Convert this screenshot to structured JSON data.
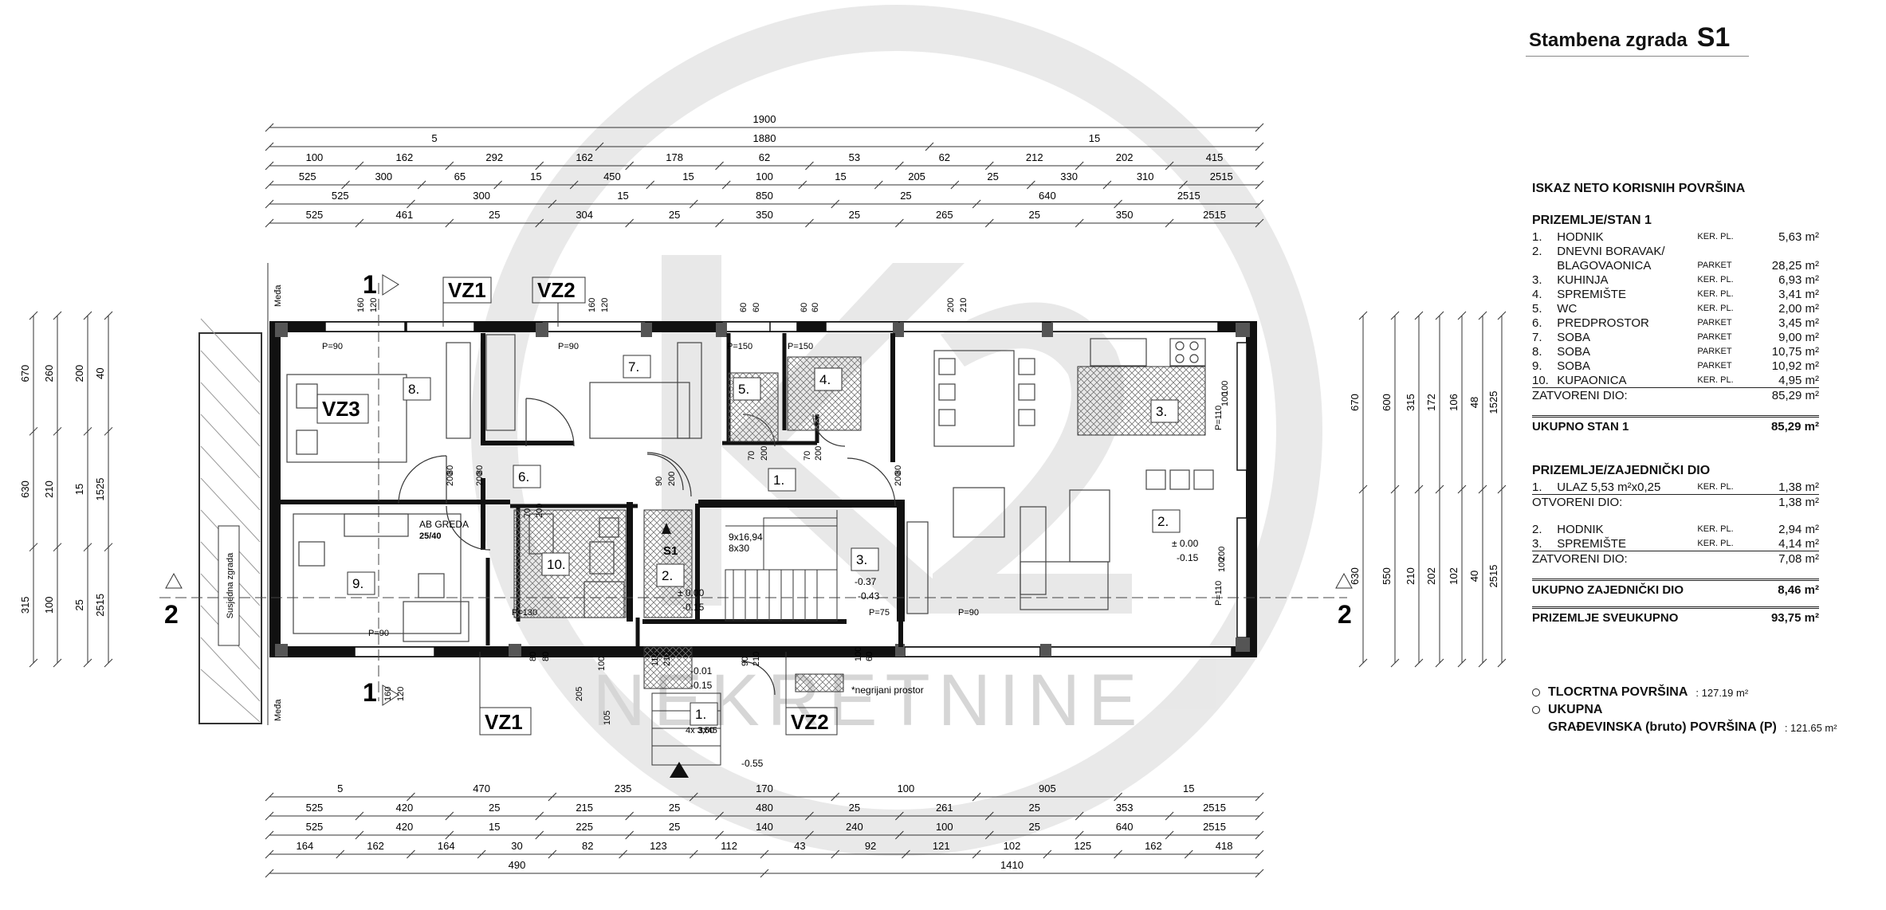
{
  "sheet": {
    "building_label": "Stambena zgrada",
    "building_code": "S1"
  },
  "watermark": {
    "text": "NEKRETNINE"
  },
  "plan": {
    "dim_top": [
      {
        "row": 0,
        "labels": [
          "1900"
        ]
      },
      {
        "row": 1,
        "labels": [
          "5",
          "1880",
          "15"
        ]
      },
      {
        "row": 2,
        "labels": [
          "100",
          "162",
          "292",
          "162",
          "178",
          "62",
          "53",
          "62",
          "212",
          "202",
          "415"
        ]
      },
      {
        "row": 3,
        "labels": [
          "525",
          "300",
          "65",
          "15",
          "450",
          "15",
          "100",
          "15",
          "205",
          "25",
          "330",
          "310",
          "2515"
        ]
      },
      {
        "row": 4,
        "labels": [
          "525",
          "300",
          "15",
          "850",
          "25",
          "640",
          "2515"
        ]
      },
      {
        "row": 5,
        "labels": [
          "525",
          "461",
          "25",
          "304",
          "25",
          "350",
          "25",
          "265",
          "25",
          "350",
          "2515"
        ]
      }
    ],
    "dim_bottom": [
      {
        "row": 0,
        "labels": [
          "5",
          "470",
          "235",
          "170",
          "100",
          "905",
          "15"
        ]
      },
      {
        "row": 1,
        "labels": [
          "525",
          "420",
          "25",
          "215",
          "25",
          "480",
          "25",
          "261",
          "25",
          "353",
          "2515"
        ]
      },
      {
        "row": 2,
        "labels": [
          "525",
          "420",
          "15",
          "225",
          "25",
          "140",
          "240",
          "100",
          "25",
          "640",
          "2515"
        ]
      },
      {
        "row": 3,
        "labels": [
          "164",
          "162",
          "164",
          "30",
          "82",
          "123",
          "112",
          "43",
          "92",
          "121",
          "102",
          "125",
          "162",
          "418"
        ]
      },
      {
        "row": 4,
        "labels": [
          "490",
          "1410"
        ]
      }
    ],
    "dim_left": [
      "670",
      "630",
      "315",
      "260",
      "210",
      "100",
      "200",
      "15",
      "25",
      "40",
      "1525",
      "2515"
    ],
    "dim_right": [
      "670",
      "630",
      "600",
      "550",
      "315",
      "210",
      "172",
      "202",
      "106",
      "102",
      "48",
      "40",
      "1525",
      "2515"
    ],
    "room_numbers": [
      "1.",
      "2.",
      "3.",
      "4.",
      "5.",
      "6.",
      "7.",
      "8.",
      "9.",
      "10."
    ],
    "common_numbers": [
      "1.",
      "2.",
      "3."
    ],
    "zones": [
      "VZ1",
      "VZ2",
      "VZ3",
      "VZ1",
      "VZ2"
    ],
    "section_marks": [
      "1",
      "1",
      "2",
      "2"
    ],
    "stair_code": "S1",
    "stair_spec": "9x16,94",
    "stair_spec2": "8x30",
    "entry_stair": "4x 3,50",
    "entry_stair2": "3x45",
    "beam_label": "AB GREDA",
    "beam_size": "25/40",
    "neighbour_label": "Susjedna zgrada",
    "boundary_label": "Međa",
    "unheated_label": "*negrijani prostor",
    "levels": [
      "± 0.00",
      "-0.15",
      "± 0.00",
      "-0.15",
      "-0.37",
      "-0.43",
      "-0.01",
      "-0.15",
      "-0.55"
    ],
    "parapets": [
      "P=90",
      "P=90",
      "P=150",
      "P=150",
      "P=110",
      "P=130",
      "P=90",
      "P=75",
      "P=90",
      "P=110"
    ],
    "window_dims": [
      "160",
      "120",
      "160",
      "120",
      "60",
      "60",
      "60",
      "60",
      "200",
      "210",
      "80",
      "200",
      "80",
      "200",
      "80",
      "200",
      "70",
      "200",
      "70",
      "200",
      "70",
      "200",
      "90",
      "200",
      "100",
      "100",
      "200",
      "100",
      "160",
      "120",
      "100",
      "60",
      "80",
      "80",
      "100",
      "205",
      "105",
      "110",
      "210",
      "90",
      "210"
    ]
  },
  "schedule": {
    "title": "ISKAZ NETO KORISNIH POVRŠINA",
    "unit1": {
      "heading": "PRIZEMLJE/STAN 1",
      "rows": [
        {
          "no": "1.",
          "name": "HODNIK",
          "floor": "KER. PL.",
          "area": "5,63 m²"
        },
        {
          "no": "2.",
          "name": "DNEVNI BORAVAK/",
          "floor": "",
          "area": ""
        },
        {
          "no": "",
          "name": "BLAGOVAONICA",
          "floor": "PARKET",
          "area": "28,25 m²"
        },
        {
          "no": "3.",
          "name": "KUHINJA",
          "floor": "KER. PL.",
          "area": "6,93 m²"
        },
        {
          "no": "4.",
          "name": "SPREMIŠTE",
          "floor": "KER. PL.",
          "area": "3,41 m²"
        },
        {
          "no": "5.",
          "name": "WC",
          "floor": "KER. PL.",
          "area": "2,00 m²"
        },
        {
          "no": "6.",
          "name": "PREDPROSTOR",
          "floor": "PARKET",
          "area": "3,45 m²"
        },
        {
          "no": "7.",
          "name": "SOBA",
          "floor": "PARKET",
          "area": "9,00 m²"
        },
        {
          "no": "8.",
          "name": "SOBA",
          "floor": "PARKET",
          "area": "10,75 m²"
        },
        {
          "no": "9.",
          "name": "SOBA",
          "floor": "PARKET",
          "area": "10,92 m²"
        },
        {
          "no": "10.",
          "name": "KUPAONICA",
          "floor": "KER. PL.",
          "area": "4,95 m²"
        }
      ],
      "closed_label": "ZATVORENI DIO:",
      "closed_area": "85,29 m²",
      "total_label": "UKUPNO STAN 1",
      "total_area": "85,29 m²"
    },
    "common": {
      "heading": "PRIZEMLJE/ZAJEDNIČKI DIO",
      "row1": {
        "no": "1.",
        "name": "ULAZ  5,53 m²x0,25",
        "floor": "KER. PL.",
        "area": "1,38 m²"
      },
      "open_label": "OTVORENI DIO:",
      "open_area": "1,38 m²",
      "rows": [
        {
          "no": "2.",
          "name": "HODNIK",
          "floor": "KER. PL.",
          "area": "2,94 m²"
        },
        {
          "no": "3.",
          "name": "SPREMIŠTE",
          "floor": "KER. PL.",
          "area": "4,14 m²"
        }
      ],
      "closed_label": "ZATVORENI DIO:",
      "closed_area": "7,08 m²",
      "total_label": "UKUPNO ZAJEDNIČKI DIO",
      "total_area": "8,46 m²"
    },
    "grand_label": "PRIZEMLJE SVEUKUPNO",
    "grand_area": "93,75 m²"
  },
  "legend": {
    "item1_label": "TLOCRTNA POVRŠINA",
    "item1_value": ": 127.19 m²",
    "item2_label": "UKUPNA",
    "item2_label2": "GRAĐEVINSKA (bruto) POVRŠINA (P)",
    "item2_value": ": 121.65 m²"
  }
}
